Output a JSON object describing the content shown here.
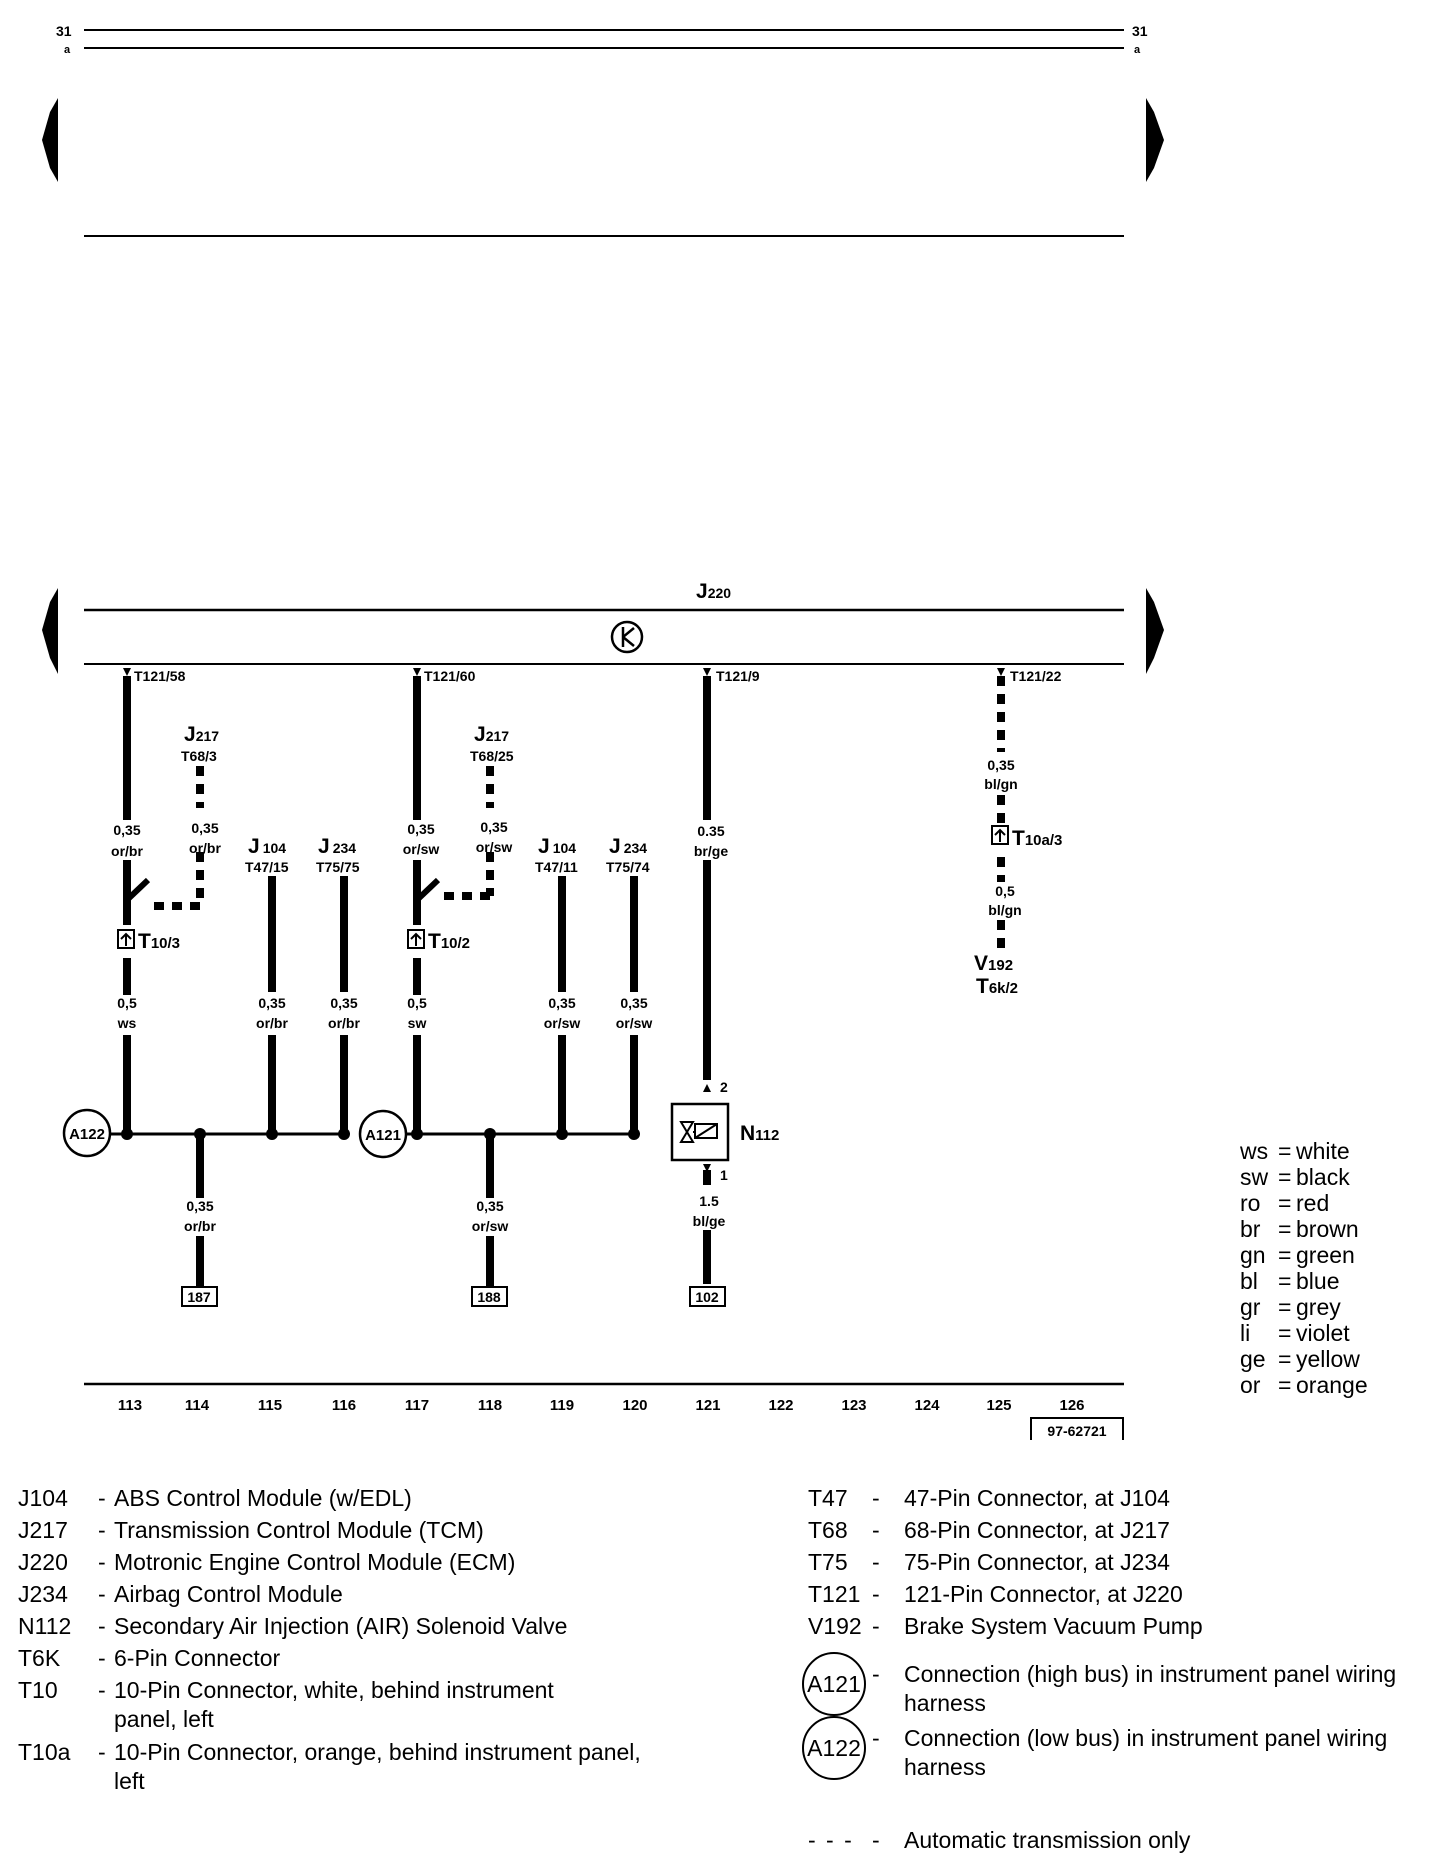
{
  "top_bus": {
    "left_top": "31",
    "left_bottom": "a",
    "right_top": "31",
    "right_bottom": "a"
  },
  "ecm": {
    "label": "J",
    "sub": "220"
  },
  "pins": {
    "p58": "T121/58",
    "p60": "T121/60",
    "p9": "T121/9",
    "p22": "T121/22"
  },
  "components": {
    "j217a": {
      "name": "J",
      "sub": "217",
      "pin": "T68/3"
    },
    "j217b": {
      "name": "J",
      "sub": "217",
      "pin": "T68/25"
    },
    "j104a": {
      "name": "J",
      "sub": "104",
      "pin": "T47/15"
    },
    "j234a": {
      "name": "J",
      "sub": "234",
      "pin": "T75/75"
    },
    "j104b": {
      "name": "J",
      "sub": "104",
      "pin": "T47/11"
    },
    "j234b": {
      "name": "J",
      "sub": "234",
      "pin": "T75/74"
    },
    "t10_3": {
      "name": "T",
      "sub": "10/3"
    },
    "t10_2": {
      "name": "T",
      "sub": "10/2"
    },
    "t10a_3": {
      "name": "T",
      "sub": "10a/3"
    },
    "v192": {
      "name": "V",
      "sub": "192"
    },
    "t6k2": {
      "name": "T",
      "sub": "6k/2"
    },
    "n112": {
      "name": "N",
      "sub": "112",
      "pin_top": "2",
      "pin_bottom": "1"
    },
    "a122": "A122",
    "a121": "A121"
  },
  "wires": {
    "w1": {
      "size": "0,35",
      "color": "or/br"
    },
    "w2": {
      "size": "0,35",
      "color": "or/br"
    },
    "w3": {
      "size": "0,5",
      "color": "ws"
    },
    "w4": {
      "size": "0,35",
      "color": "or/br"
    },
    "w5": {
      "size": "0,35",
      "color": "or/br"
    },
    "w6": {
      "size": "0,35",
      "color": "or/br"
    },
    "w7": {
      "size": "0,35",
      "color": "or/sw"
    },
    "w8": {
      "size": "0,35",
      "color": "or/sw"
    },
    "w9": {
      "size": "0,5",
      "color": "sw"
    },
    "w10": {
      "size": "0,35",
      "color": "or/sw"
    },
    "w11": {
      "size": "0,35",
      "color": "or/sw"
    },
    "w12": {
      "size": "0,35",
      "color": "or/sw"
    },
    "w13": {
      "size": "0.35",
      "color": "br/ge"
    },
    "w14": {
      "size": "1.5",
      "color": "bl/ge"
    },
    "w15": {
      "size": "0,35",
      "color": "bl/gn"
    },
    "w16": {
      "size": "0,5",
      "color": "bl/gn"
    }
  },
  "refs": {
    "r187": "187",
    "r188": "188",
    "r102": "102"
  },
  "axis": [
    "113",
    "114",
    "115",
    "116",
    "117",
    "118",
    "119",
    "120",
    "121",
    "122",
    "123",
    "124",
    "125",
    "126"
  ],
  "figure_id": "97-62721",
  "color_legend": [
    {
      "code": "ws",
      "name": "white"
    },
    {
      "code": "sw",
      "name": "black"
    },
    {
      "code": "ro",
      "name": "red"
    },
    {
      "code": "br",
      "name": "brown"
    },
    {
      "code": "gn",
      "name": "green"
    },
    {
      "code": "bl",
      "name": "blue"
    },
    {
      "code": "gr",
      "name": "grey"
    },
    {
      "code": "li",
      "name": "violet"
    },
    {
      "code": "ge",
      "name": "yellow"
    },
    {
      "code": "or",
      "name": "orange"
    }
  ],
  "legend_left": [
    {
      "code": "J104",
      "desc": "ABS Control Module (w/EDL)"
    },
    {
      "code": "J217",
      "desc": "Transmission Control Module (TCM)"
    },
    {
      "code": "J220",
      "desc": "Motronic Engine Control Module (ECM)"
    },
    {
      "code": "J234",
      "desc": "Airbag Control Module"
    },
    {
      "code": "N112",
      "desc": "Secondary Air Injection (AIR) Solenoid Valve"
    },
    {
      "code": "T6K",
      "desc": "6-Pin Connector"
    },
    {
      "code": "T10",
      "desc": "10-Pin Connector, white, behind instrument panel, left"
    },
    {
      "code": "T10a",
      "desc": "10-Pin Connector, orange, behind instrument panel, left"
    }
  ],
  "legend_right": [
    {
      "code": "T47",
      "desc": "47-Pin Connector, at J104"
    },
    {
      "code": "T68",
      "desc": "68-Pin Connector, at J217"
    },
    {
      "code": "T75",
      "desc": "75-Pin Connector, at J234"
    },
    {
      "code": "T121",
      "desc": "121-Pin Connector, at J220"
    },
    {
      "code": "V192",
      "desc": "Brake System Vacuum Pump"
    }
  ],
  "legend_circles": [
    {
      "code": "A121",
      "desc": "Connection (high bus) in instrument panel wiring harness"
    },
    {
      "code": "A122",
      "desc": "Connection (low bus) in instrument panel wiring harness"
    }
  ],
  "legend_dashed": {
    "symbol": "- - -",
    "desc": "Automatic transmission only"
  }
}
